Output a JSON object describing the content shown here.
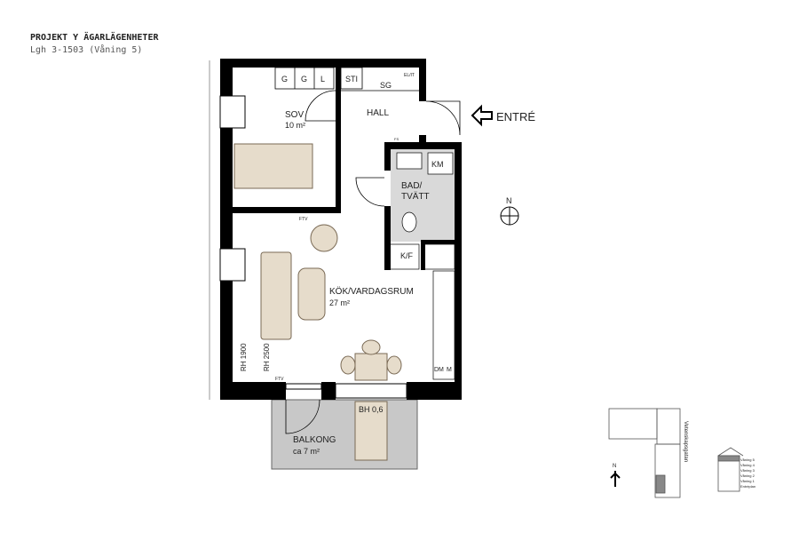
{
  "header": {
    "project": "PROJEKT Y ÄGARLÄGENHETER",
    "unit": "Lgh 3-1503 (Våning 5)"
  },
  "rooms": {
    "sov": {
      "name": "SOV",
      "area": "10 m²"
    },
    "hall": {
      "name": "HALL"
    },
    "bad": {
      "line1": "BAD/",
      "line2": "TVÄTT"
    },
    "kok": {
      "name": "KÖK/VARDAGSRUM",
      "area": "27 m²"
    },
    "balkong": {
      "name": "BALKONG",
      "area": "ca 7 m²"
    }
  },
  "fixtures": {
    "g1": "G",
    "g2": "G",
    "l": "L",
    "sti": "STI",
    "sg": "SG",
    "elit": "EL/IT",
    "km": "KM",
    "kf": "K/F",
    "dm": "DM",
    "m": "M",
    "fs": "FS",
    "ftv": "FTV",
    "rh1": "RH 1900",
    "rh2": "RH 2500",
    "bh": "BH 0,6"
  },
  "entrance": {
    "label": "ENTRÉ"
  },
  "compass": {
    "label": "N"
  },
  "keyplan": {
    "street": "Vetenskapsgatan",
    "north": "N",
    "floors": [
      "Våning 5",
      "Våning 4",
      "Våning 3",
      "Våning 2",
      "Våning 1",
      "Entréplan"
    ],
    "active_floor": "Våning 5"
  },
  "colors": {
    "wall": "#000000",
    "furniture": "#e6dccb",
    "furniture_stroke": "#7a6a55",
    "bath": "#d9d9d9",
    "balcony": "#c8c8c8"
  }
}
